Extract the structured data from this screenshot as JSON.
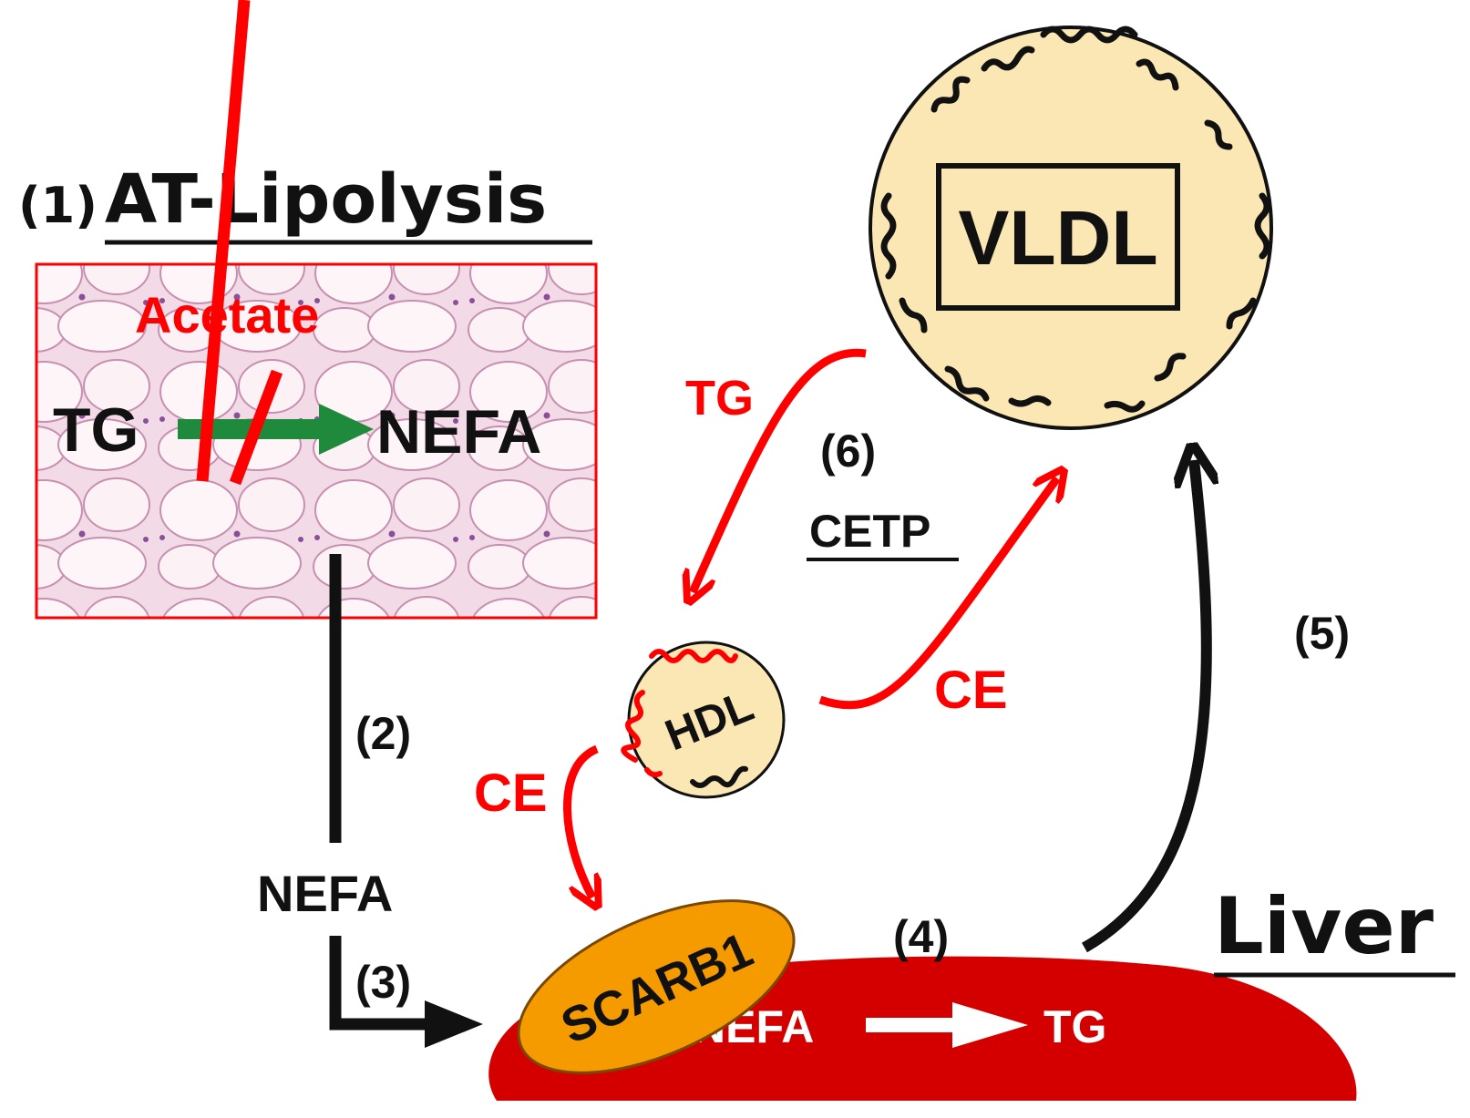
{
  "colors": {
    "red": "#ff0000",
    "dark_red": "#d40000",
    "green_arrow": "#1f8a3c",
    "orange": "#f59b00",
    "lipoprotein_fill": "#fbe7b3",
    "black": "#111111",
    "white": "#ffffff"
  },
  "step1": {
    "number": "(1)",
    "title": "AT-Lipolysis"
  },
  "adipose": {
    "inhibitor": "Acetate",
    "substrate": "TG",
    "product": "NEFA"
  },
  "step2": {
    "number": "(2)",
    "product": "NEFA"
  },
  "step3": {
    "number": "(3)"
  },
  "liver": {
    "title": "Liver",
    "receptor": "SCARB1",
    "substrate": "NEFA",
    "product": "TG"
  },
  "step4": {
    "number": "(4)"
  },
  "step5": {
    "number": "(5)"
  },
  "step6": {
    "number": "(6)",
    "enzyme": "CETP"
  },
  "vldl": {
    "label": "VLDL"
  },
  "hdl": {
    "label": "HDL"
  },
  "exchange": {
    "tg_label": "TG",
    "ce_to_vldl_label": "CE",
    "ce_to_liver_label": "CE"
  }
}
